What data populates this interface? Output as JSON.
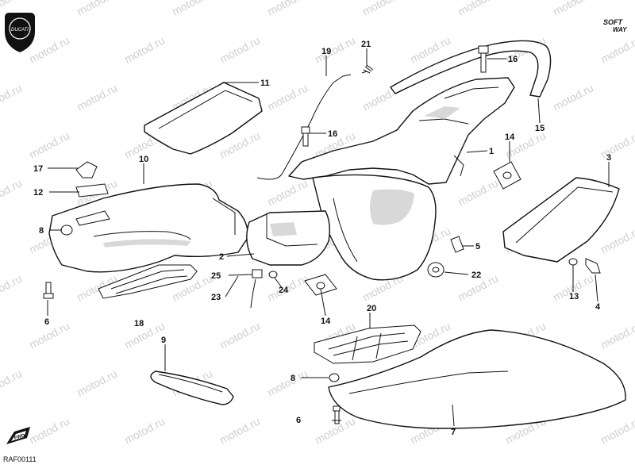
{
  "watermark_text": "motod.ru",
  "diagram_code": "RAF00111",
  "brand_badge": {
    "text": "DUCATI",
    "color": "#000000"
  },
  "softway_logo": {
    "line1": "SOFT",
    "line2": "WAY"
  },
  "fwd_label": "FWD",
  "callouts": [
    {
      "id": "c1",
      "label": "1"
    },
    {
      "id": "c2",
      "label": "2"
    },
    {
      "id": "c3",
      "label": "3"
    },
    {
      "id": "c4",
      "label": "4"
    },
    {
      "id": "c5",
      "label": "5"
    },
    {
      "id": "c6a",
      "label": "6"
    },
    {
      "id": "c6b",
      "label": "6"
    },
    {
      "id": "c7",
      "label": "7"
    },
    {
      "id": "c8a",
      "label": "8"
    },
    {
      "id": "c8b",
      "label": "8"
    },
    {
      "id": "c9",
      "label": "9"
    },
    {
      "id": "c10",
      "label": "10"
    },
    {
      "id": "c11",
      "label": "11"
    },
    {
      "id": "c12",
      "label": "12"
    },
    {
      "id": "c13",
      "label": "13"
    },
    {
      "id": "c14a",
      "label": "14"
    },
    {
      "id": "c14b",
      "label": "14"
    },
    {
      "id": "c15",
      "label": "15"
    },
    {
      "id": "c16a",
      "label": "16"
    },
    {
      "id": "c16b",
      "label": "16"
    },
    {
      "id": "c17",
      "label": "17"
    },
    {
      "id": "c18",
      "label": "18"
    },
    {
      "id": "c19",
      "label": "19"
    },
    {
      "id": "c20",
      "label": "20"
    },
    {
      "id": "c21",
      "label": "21"
    },
    {
      "id": "c22",
      "label": "22"
    },
    {
      "id": "c23",
      "label": "23"
    },
    {
      "id": "c24",
      "label": "24"
    },
    {
      "id": "c25",
      "label": "25"
    }
  ]
}
